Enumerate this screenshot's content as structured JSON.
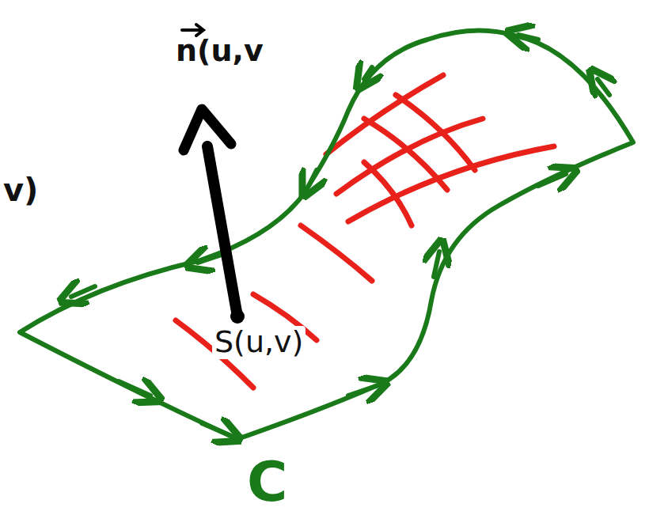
{
  "diagram": {
    "labels": [
      "n(u,v",
      "v)",
      "S(u,v)",
      "C"
    ]
  }
}
